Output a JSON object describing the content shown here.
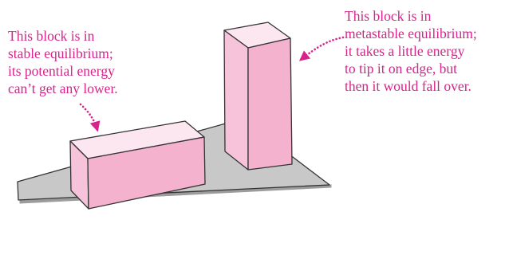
{
  "colors": {
    "annotation_text": "#d6248a",
    "table_top": "#c8c8c8",
    "table_edge": "#9c9c9c",
    "outline": "#333333",
    "block_top": "#fce6f0",
    "block_front": "#f4b2cf",
    "block_side": "#f7c3da"
  },
  "annotations": {
    "stable": {
      "lines": [
        "This block is in",
        "stable equilibrium;",
        "its potential energy",
        "can’t get any lower."
      ]
    },
    "metastable": {
      "lines": [
        "This block is in",
        "metastable equilibrium;",
        "it takes a little energy",
        "to tip it on edge, but",
        "then it would fall over."
      ]
    }
  },
  "icons": {
    "stable_pointer": "dotted-arrow-icon",
    "metastable_pointer": "dotted-arrow-icon"
  }
}
